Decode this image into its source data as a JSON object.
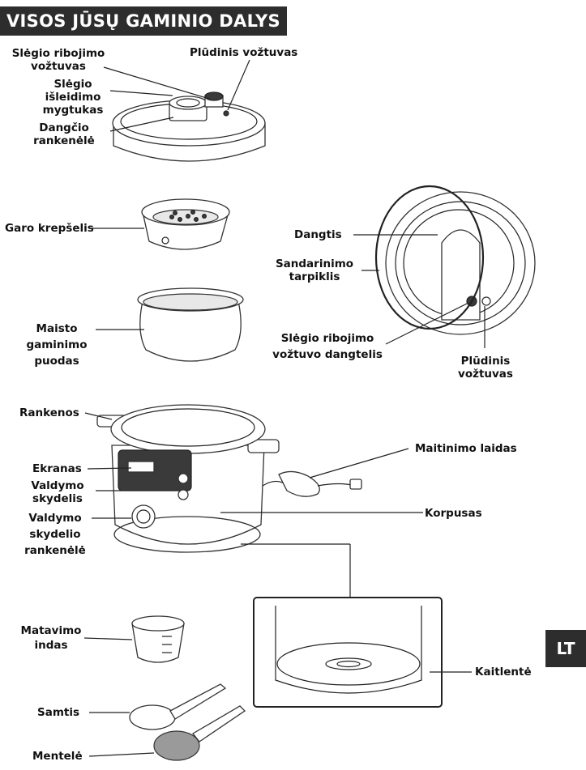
{
  "title": "VISOS JŪSŲ GAMINIO DALYS",
  "language_tab": "LT",
  "labels": {
    "pressure_limit_valve": [
      "Slėgio ribojimo",
      "vožtuvas"
    ],
    "float_valve_top": "Plūdinis vožtuvas",
    "pressure_release_button": [
      "Slėgio",
      "išleidimo",
      "mygtukas"
    ],
    "lid_handle": [
      "Dangčio",
      "rankenėlė"
    ],
    "steam_basket": "Garo krepšelis",
    "lid": "Dangtis",
    "sealing_gasket": [
      "Sandarinimo",
      "tarpiklis"
    ],
    "cooking_pot": [
      "Maisto",
      "gaminimo",
      "puodas"
    ],
    "valve_cap": [
      "Slėgio ribojimo",
      "vožtuvo dangtelis"
    ],
    "float_valve_lid": [
      "Plūdinis",
      "vožtuvas"
    ],
    "handles": "Rankenos",
    "power_cord": "Maitinimo laidas",
    "display": "Ekranas",
    "control_panel": [
      "Valdymo",
      "skydelis"
    ],
    "control_knob": [
      "Valdymo",
      "skydelio",
      "rankenėlė"
    ],
    "housing": "Korpusas",
    "measuring_cup": [
      "Matavimo",
      "indas"
    ],
    "heating_plate": "Kaitlentė",
    "ladle": "Samtis",
    "spatula": "Mentelė"
  }
}
